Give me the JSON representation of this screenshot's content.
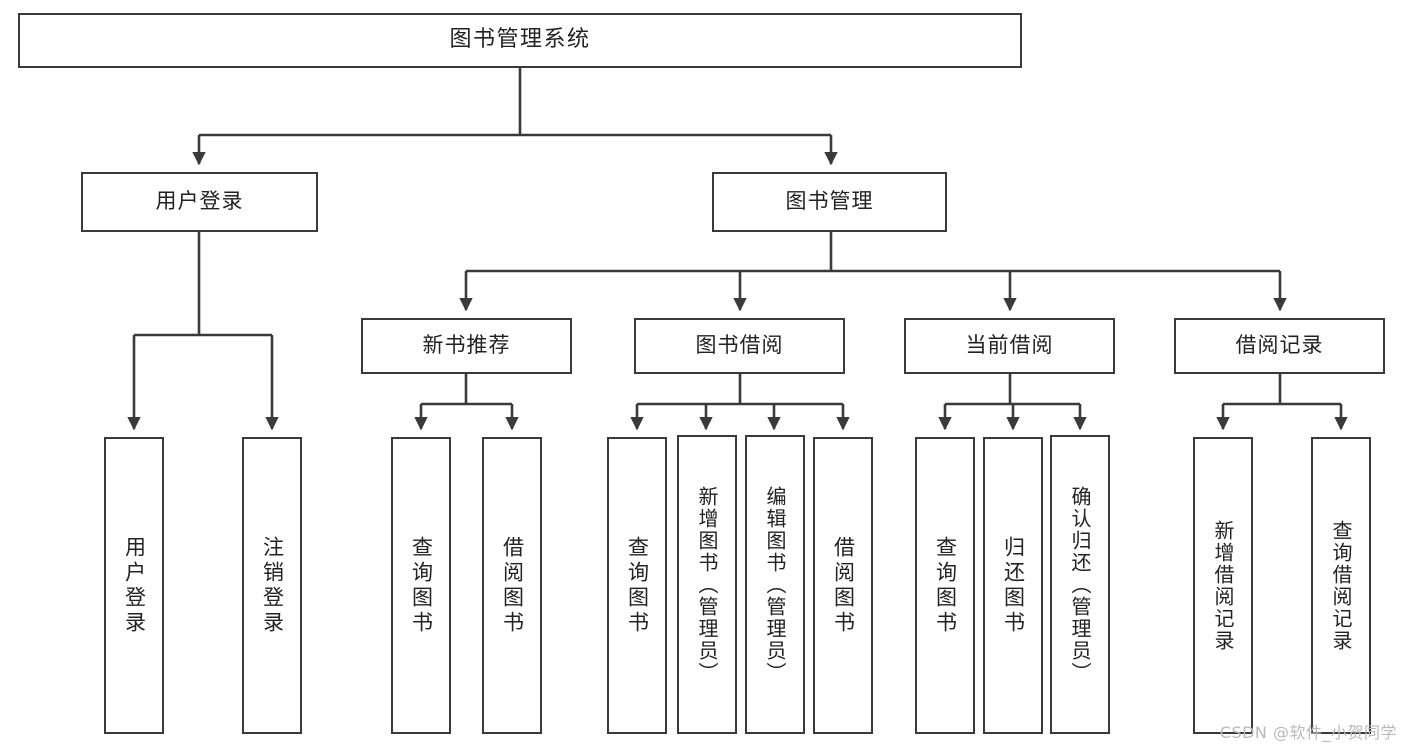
{
  "diagram": {
    "title": "图书管理系统",
    "type": "tree-structure-chart",
    "colors": {
      "background": "#ffffff",
      "box_border": "#3a3a3a",
      "connector": "#3a3a3a",
      "text": "#222222",
      "watermark": "#b9b9b9"
    },
    "root": {
      "label": "图书管理系统"
    },
    "level2": [
      {
        "label": "用户登录"
      },
      {
        "label": "图书管理"
      }
    ],
    "level3": [
      {
        "label": "新书推荐"
      },
      {
        "label": "图书借阅"
      },
      {
        "label": "当前借阅"
      },
      {
        "label": "借阅记录"
      }
    ],
    "leaves": {
      "user_login": [
        {
          "label": "用户登录"
        },
        {
          "label": "注销登录"
        }
      ],
      "new_book_recommend": [
        {
          "label": "查询图书"
        },
        {
          "label": "借阅图书"
        }
      ],
      "book_borrow": [
        {
          "label": "查询图书"
        },
        {
          "label": "新增图书（管理员）"
        },
        {
          "label": "编辑图书（管理员）"
        },
        {
          "label": "借阅图书"
        }
      ],
      "current_borrow": [
        {
          "label": "查询图书"
        },
        {
          "label": "归还图书"
        },
        {
          "label": "确认归还（管理员）"
        }
      ],
      "borrow_records": [
        {
          "label": "新增借阅记录"
        },
        {
          "label": "查询借阅记录"
        }
      ]
    }
  },
  "watermark": {
    "text": "CSDN @软件_小贺同学"
  }
}
